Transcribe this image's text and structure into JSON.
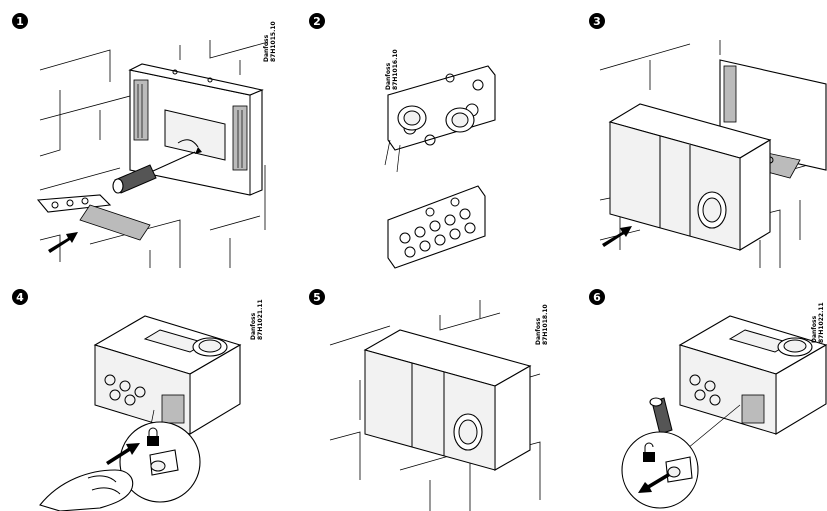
{
  "steps": [
    {
      "number": "1",
      "code_brand": "Danfoss",
      "code_id": "87H1015.10"
    },
    {
      "number": "2",
      "code_brand": "Danfoss",
      "code_id": "87H1016.10"
    },
    {
      "number": "3"
    },
    {
      "number": "4",
      "code_brand": "Danfoss",
      "code_id": "87H1021.11"
    },
    {
      "number": "5",
      "code_brand": "Danfoss",
      "code_id": "87H1018.10"
    },
    {
      "number": "6",
      "code_brand": "Danfoss",
      "code_id": "87H1022.11"
    }
  ],
  "icons": [
    "lock-closed-icon",
    "lock-open-icon",
    "push-arrow-icon",
    "pull-arrow-icon",
    "screwdriver-icon",
    "hand-icon"
  ]
}
